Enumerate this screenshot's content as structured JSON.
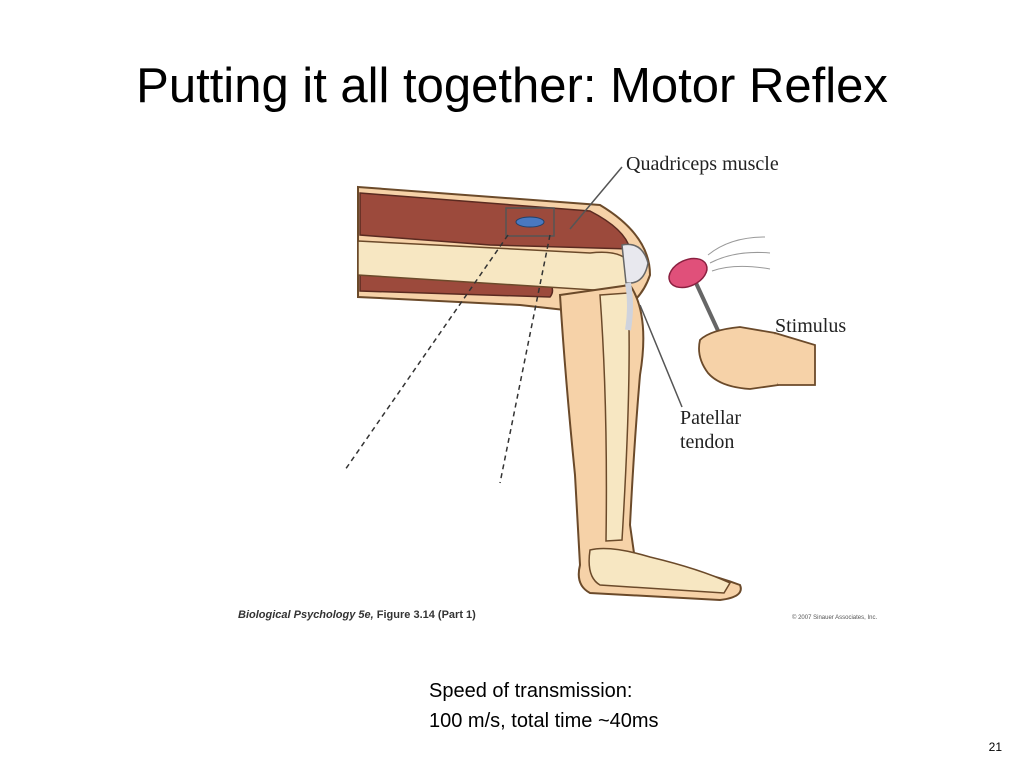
{
  "slide": {
    "title": "Putting it all together: Motor Reflex",
    "figure": {
      "labels": {
        "quadriceps": "Quadriceps muscle",
        "stimulus": "Stimulus",
        "patellar_line1": "Patellar",
        "patellar_line2": "tendon"
      },
      "caption": {
        "source": "Biological Psychology 5e,",
        "figure_ref": "Figure 3.14 (Part 1)"
      },
      "copyright": "© 2007 Sinauer Associates, Inc."
    },
    "note": {
      "line1": "Speed of transmission:",
      "line2": "100 m/s, total time ~40ms"
    },
    "page_number": "21"
  }
}
